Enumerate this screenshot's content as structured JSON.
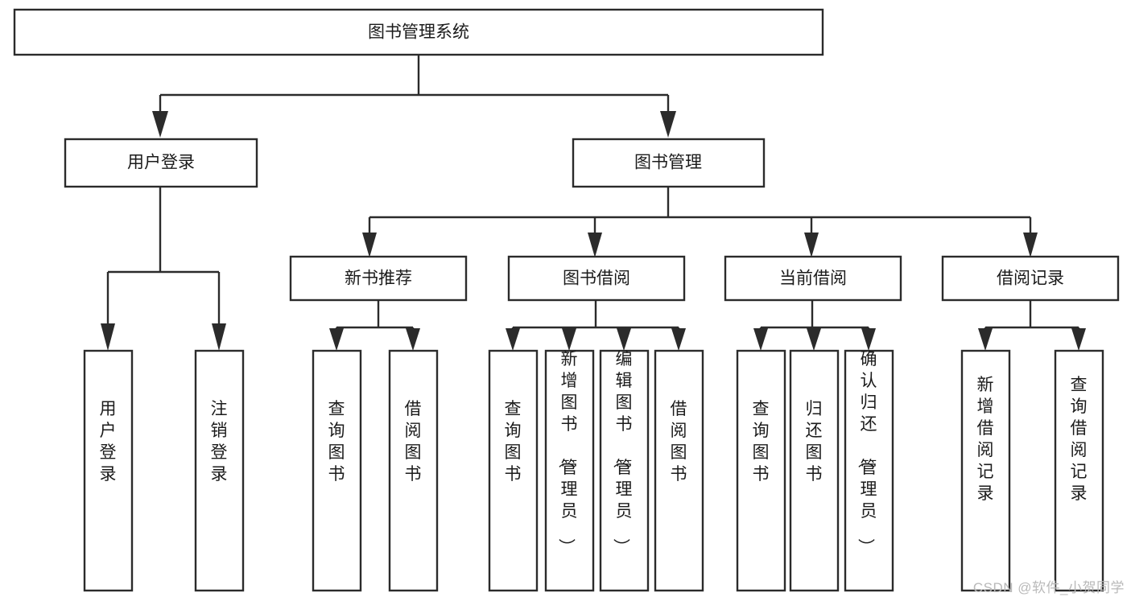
{
  "diagram": {
    "title": "图书管理系统",
    "watermark": "CSDN @软件_小贺同学",
    "type": "tree-hierarchy-chart",
    "root": {
      "label": "图书管理系统",
      "orientation": "horizontal"
    },
    "level2": [
      {
        "label": "用户登录",
        "orientation": "horizontal"
      },
      {
        "label": "图书管理",
        "orientation": "horizontal"
      }
    ],
    "level3": [
      {
        "label": "新书推荐",
        "orientation": "horizontal",
        "parent": "图书管理"
      },
      {
        "label": "图书借阅",
        "orientation": "horizontal",
        "parent": "图书管理"
      },
      {
        "label": "当前借阅",
        "orientation": "horizontal",
        "parent": "图书管理"
      },
      {
        "label": "借阅记录",
        "orientation": "horizontal",
        "parent": "图书管理"
      }
    ],
    "leaves_user_login": [
      {
        "label": "用户登录",
        "orientation": "vertical"
      },
      {
        "label": "注销登录",
        "orientation": "vertical"
      }
    ],
    "leaves_new_book": [
      {
        "label": "查询图书",
        "orientation": "vertical"
      },
      {
        "label": "借阅图书",
        "orientation": "vertical"
      }
    ],
    "leaves_book_borrow": [
      {
        "label": "查询图书",
        "orientation": "vertical"
      },
      {
        "label": "新增图书（管理员）",
        "orientation": "vertical"
      },
      {
        "label": "编辑图书（管理员）",
        "orientation": "vertical"
      },
      {
        "label": "借阅图书",
        "orientation": "vertical"
      }
    ],
    "leaves_current_borrow": [
      {
        "label": "查询图书",
        "orientation": "vertical"
      },
      {
        "label": "归还图书",
        "orientation": "vertical"
      },
      {
        "label": "确认归还（管理员）",
        "orientation": "vertical"
      }
    ],
    "leaves_borrow_record": [
      {
        "label": "新增借阅记录",
        "orientation": "vertical"
      },
      {
        "label": "查询借阅记录",
        "orientation": "vertical"
      }
    ],
    "colors": {
      "stroke": "#2b2b2b",
      "fill": "#ffffff",
      "text": "#1b1b1b",
      "watermark": "#b9b9b9"
    }
  }
}
